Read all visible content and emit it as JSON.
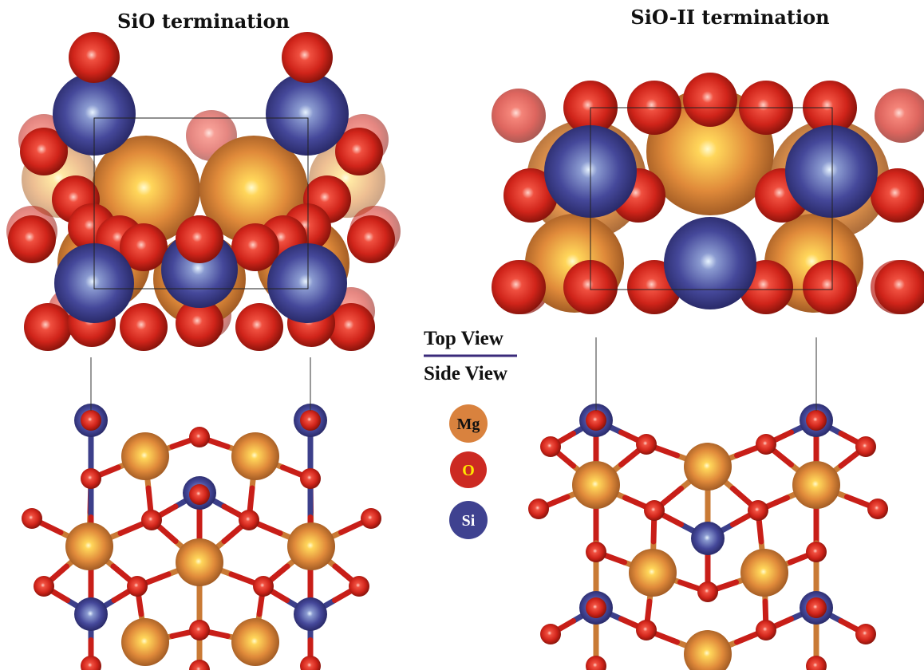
{
  "panels": {
    "left_title": "SiO termination",
    "right_title": "SiO-II  termination"
  },
  "legend": {
    "top_view": "Top View",
    "side_view": "Side View",
    "items": [
      {
        "symbol": "Mg",
        "color": "#d9823e",
        "label_color": "#111111"
      },
      {
        "symbol": "O",
        "color": "#cc2a22",
        "label_color": "#ffe600"
      },
      {
        "symbol": "Si",
        "color": "#3f4290",
        "label_color": "#ffffff"
      }
    ]
  },
  "colors": {
    "mg": "#d9823e",
    "o": "#cc2a22",
    "si": "#3f4290",
    "divider": "#3a2a7a"
  }
}
